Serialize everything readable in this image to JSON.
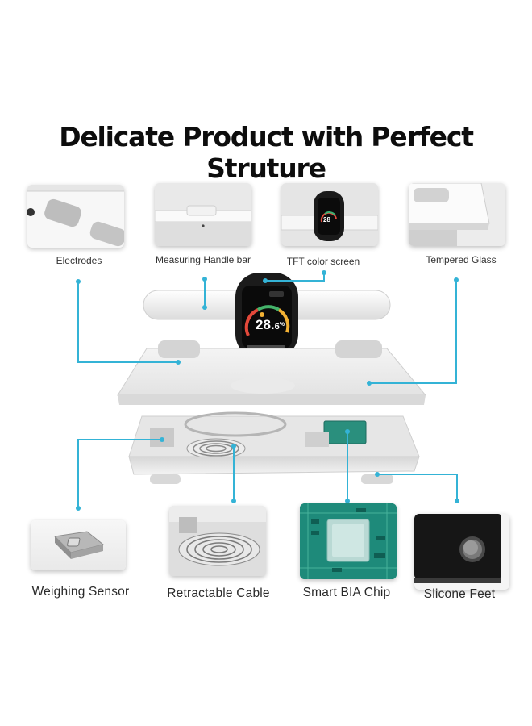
{
  "title": "Delicate Product with Perfect Struture",
  "top_features": [
    {
      "label": "Electrodes"
    },
    {
      "label": "Measuring Handle bar"
    },
    {
      "label": "TFT color screen"
    },
    {
      "label": "Tempered Glass"
    }
  ],
  "bottom_features": [
    {
      "label": "Weighing Sensor"
    },
    {
      "label": "Retractable Cable"
    },
    {
      "label": "Smart BIA Chip"
    },
    {
      "label": "Slicone Feet"
    }
  ],
  "display": {
    "value_main": "28.",
    "value_decimal": "6",
    "unit": "%"
  },
  "colors": {
    "accent_line": "#34b3d6",
    "chip_board": "#1e8a7a"
  }
}
